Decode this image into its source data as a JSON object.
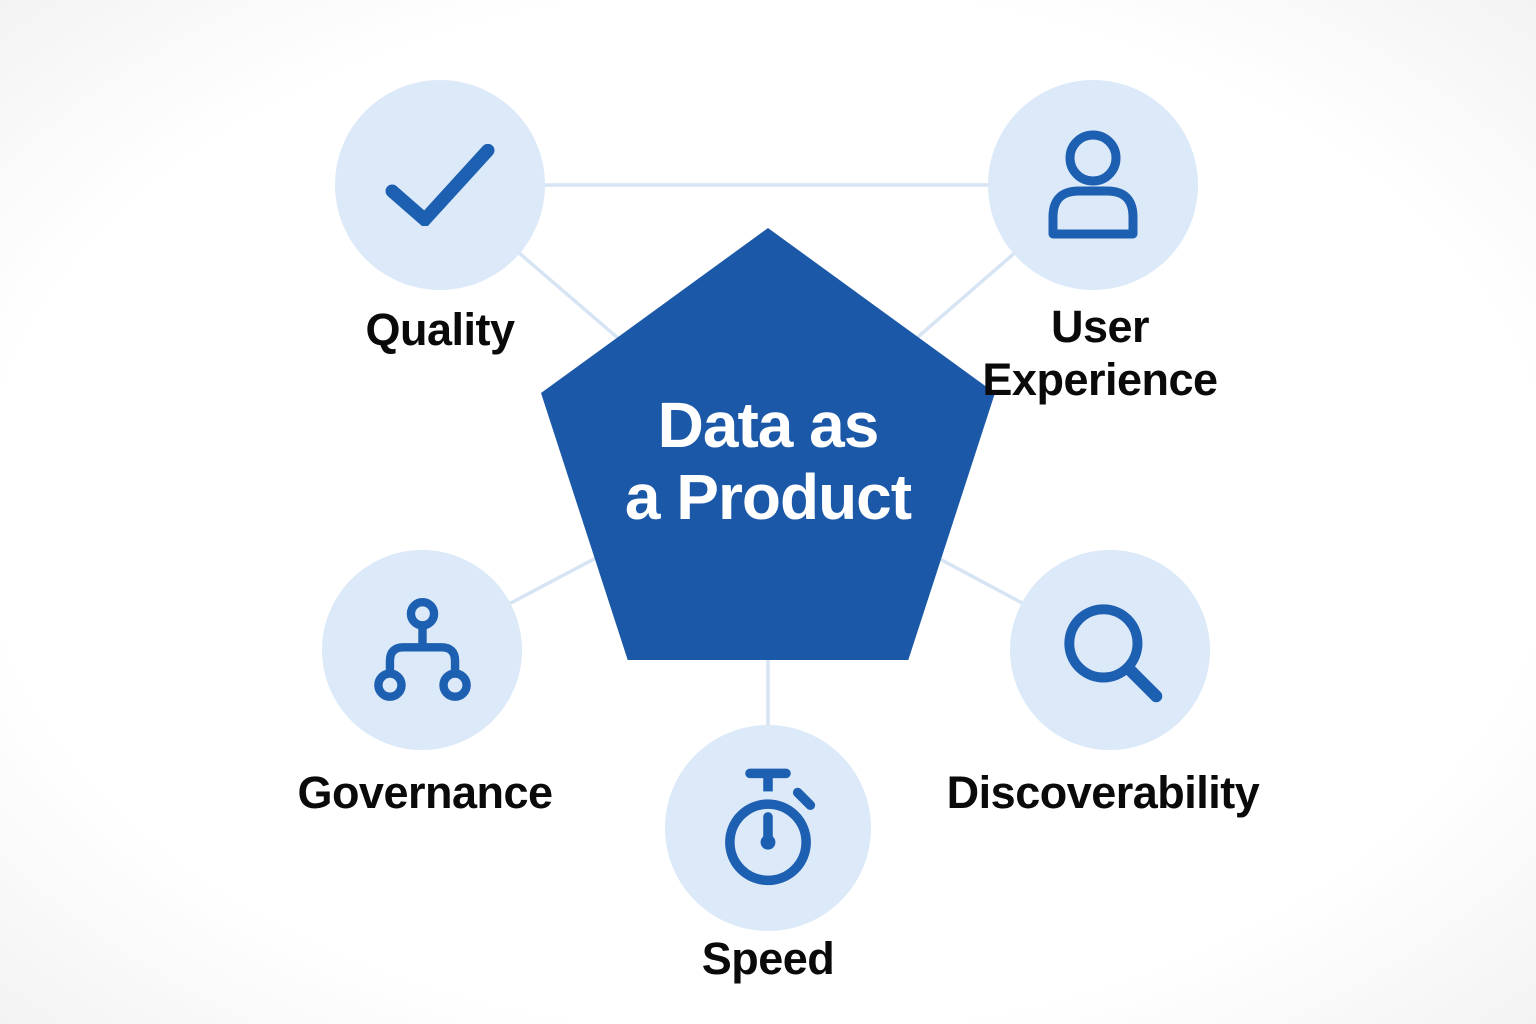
{
  "diagram": {
    "center": {
      "shape": "pentagon",
      "title_line1": "Data as",
      "title_line2": "a Product"
    },
    "nodes": [
      {
        "id": "quality",
        "label": "Quality",
        "icon": "check-icon"
      },
      {
        "id": "user-experience",
        "label": "User Experience",
        "icon": "person-icon"
      },
      {
        "id": "governance",
        "label": "Governance",
        "icon": "hierarchy-icon"
      },
      {
        "id": "speed",
        "label": "Speed",
        "icon": "stopwatch-icon"
      },
      {
        "id": "discoverability",
        "label": "Discoverability",
        "icon": "search-icon"
      }
    ],
    "colors": {
      "pentagon_fill": "#1b58a8",
      "circle_fill": "#dbe9f9",
      "icon_stroke": "#1d5fb0",
      "connector": "#d6e4f4",
      "label_text": "#0a0a0a",
      "title_text": "#ffffff",
      "background": "#ffffff"
    }
  }
}
